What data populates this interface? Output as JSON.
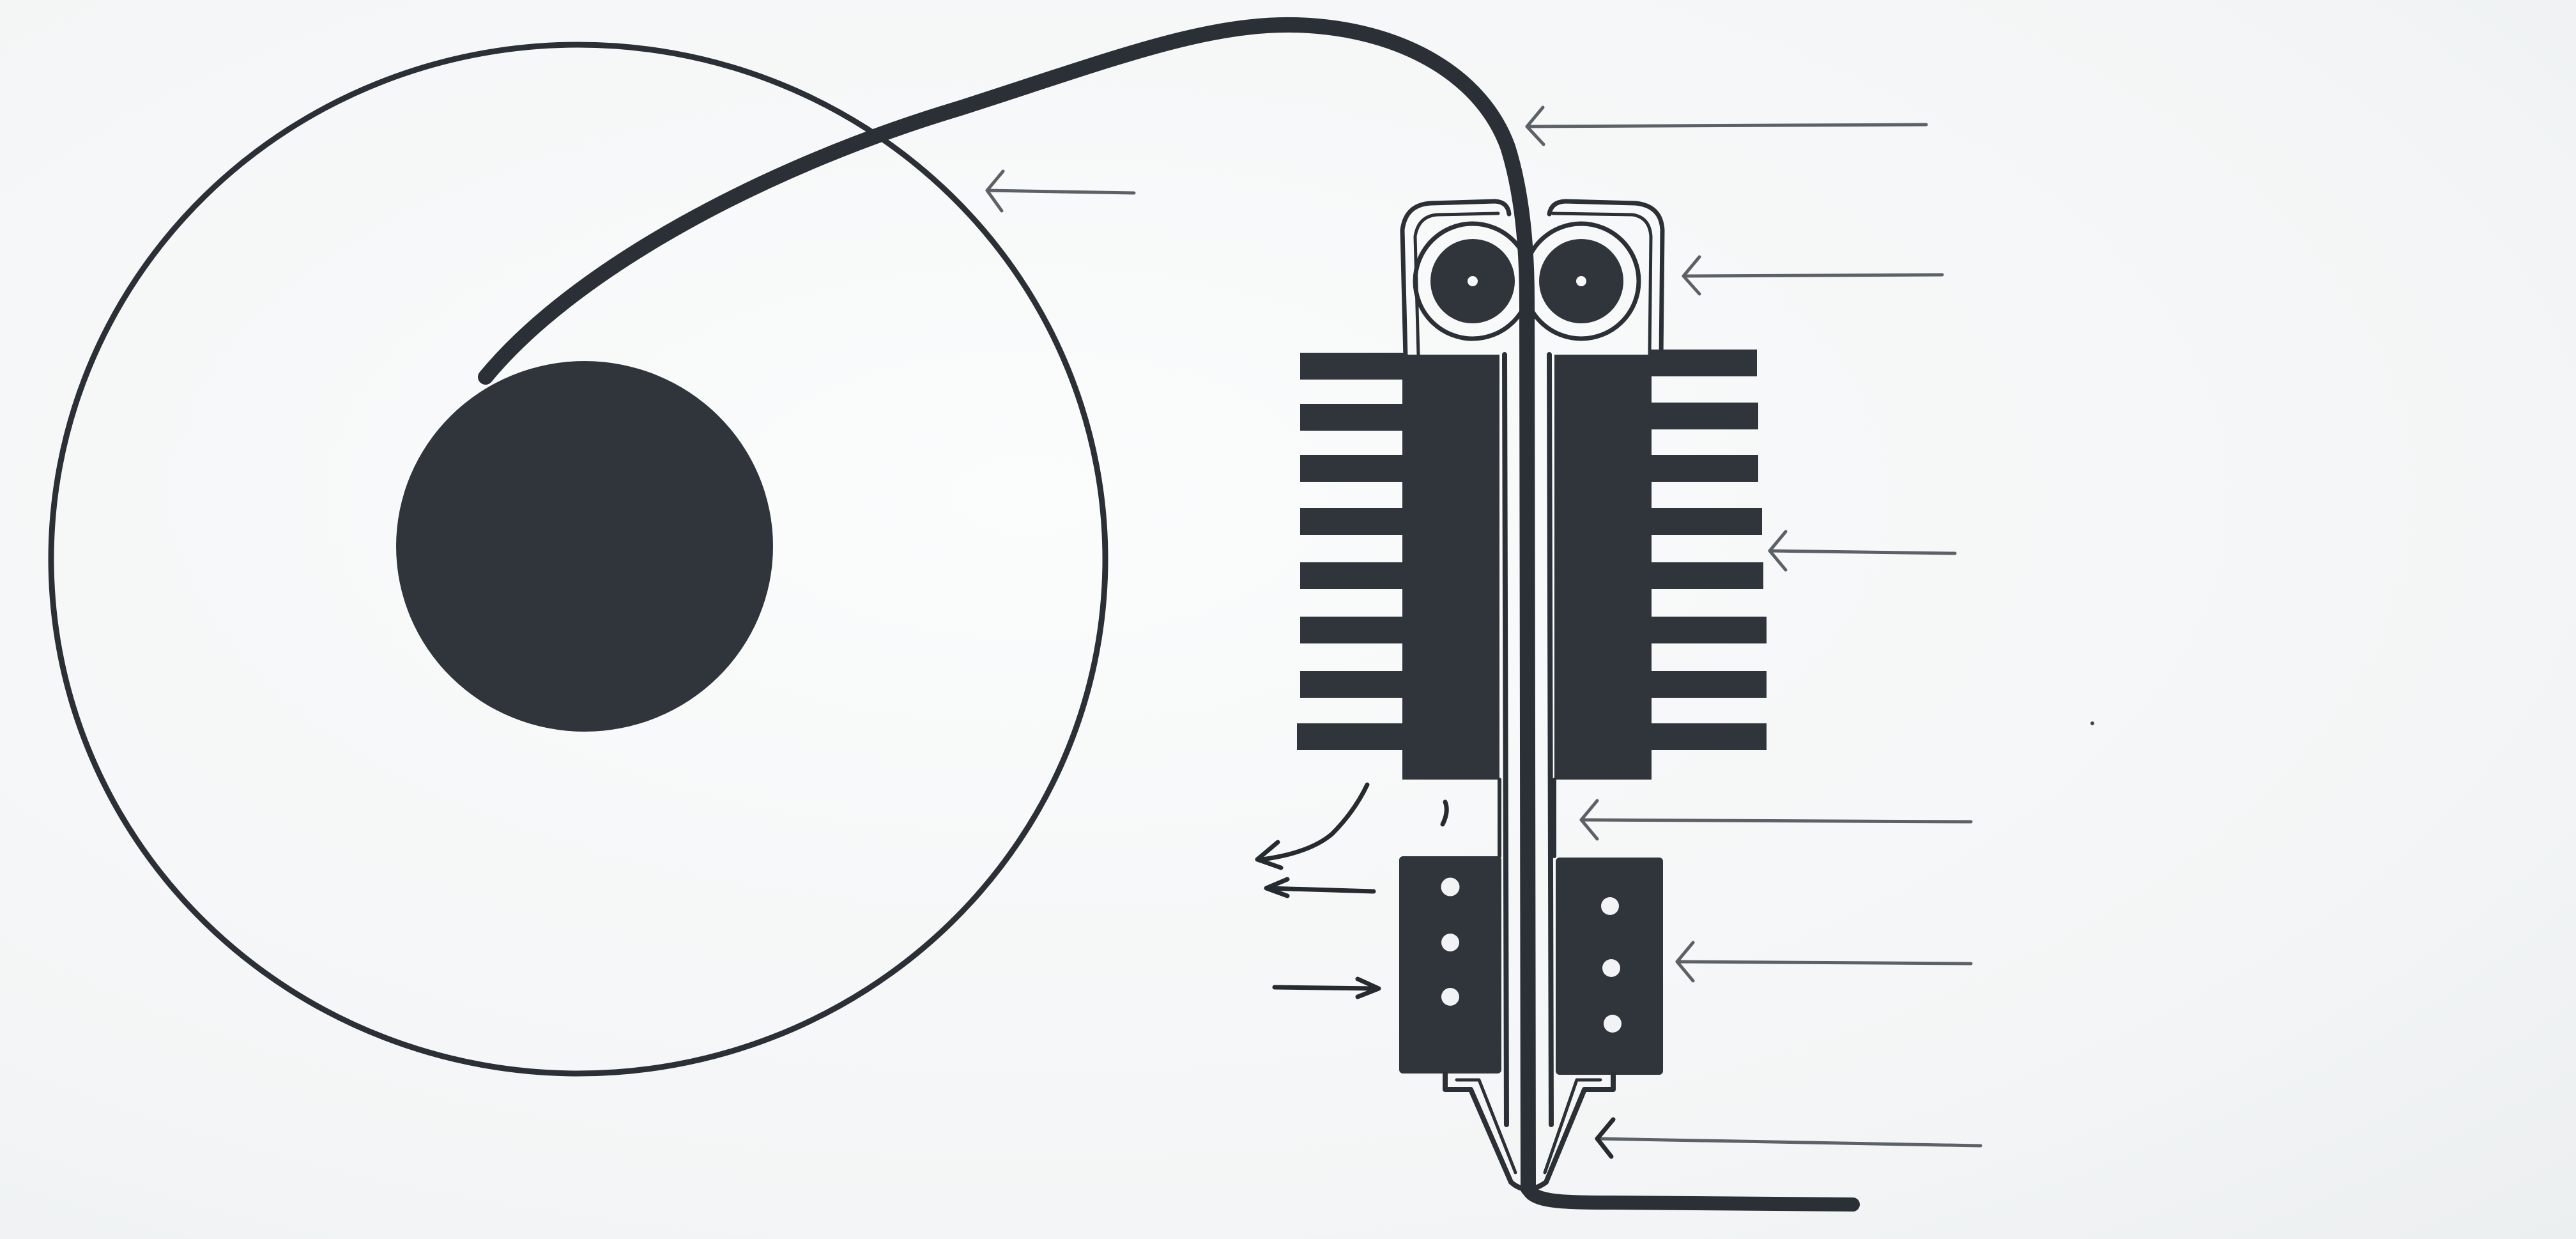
{
  "diagram": {
    "parts": [
      "filament-spool",
      "filament",
      "drive-gears",
      "heat-sink",
      "heat-break",
      "heater-block",
      "nozzle",
      "extruded-filament"
    ],
    "label_arrows": [
      "spool-arrow",
      "filament-arrow",
      "drive-gear-arrow",
      "heat-sink-arrow",
      "heat-break-arrow",
      "heater-block-arrow",
      "nozzle-arrow"
    ],
    "colors": {
      "ink": "#2b3036",
      "fill": "#2f353b",
      "arrow": "#5b6166",
      "background": "#f7f8f8"
    }
  }
}
